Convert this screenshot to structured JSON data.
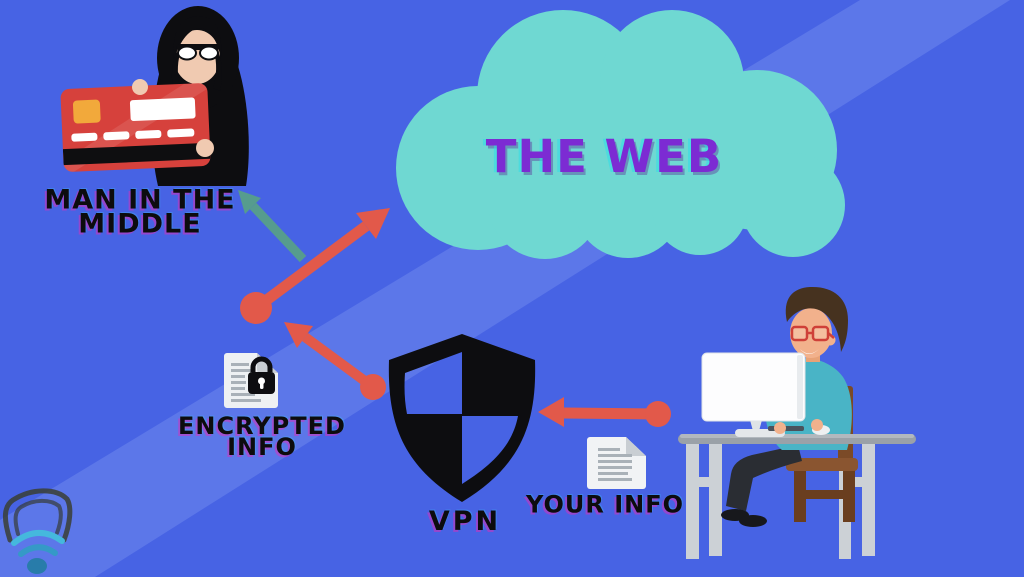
{
  "diagram": {
    "title": "THE WEB",
    "labels": {
      "mitm_line1": "MAN IN THE",
      "mitm_line2": "MIDDLE",
      "encrypted_line1": "ENCRYPTED",
      "encrypted_line2": "INFO",
      "vpn": "VPN",
      "your_info": "YOUR INFO"
    },
    "colors": {
      "background": "#4763e4",
      "background_light": "#5c77e9",
      "cloud": "#6fd8d2",
      "title_purple": "#7c2bd3",
      "arrow_red": "#e2594a",
      "arrow_teal": "#569c8e",
      "label_text": "#0c0c0e",
      "credit_card_red": "#d6413c",
      "card_chip_orange": "#f2a93b",
      "shield_black": "#0d0d10",
      "shirt_teal": "#49b4c6",
      "desk_gray": "#9aa1a8"
    },
    "nodes": [
      {
        "id": "man-in-the-middle",
        "label": "MAN IN THE MIDDLE"
      },
      {
        "id": "the-web",
        "label": "THE WEB"
      },
      {
        "id": "encrypted-info",
        "label": "ENCRYPTED INFO"
      },
      {
        "id": "vpn",
        "label": "VPN"
      },
      {
        "id": "your-info",
        "label": "YOUR INFO"
      },
      {
        "id": "user-at-desk",
        "label": ""
      }
    ],
    "flows": [
      {
        "from": "user-at-desk",
        "to": "vpn",
        "color": "red"
      },
      {
        "from": "vpn",
        "to": "encrypted-junction",
        "color": "red"
      },
      {
        "from": "encrypted-junction",
        "to": "the-web",
        "color": "red"
      },
      {
        "from": "encrypted-junction",
        "to": "man-in-the-middle",
        "color": "teal"
      }
    ]
  }
}
